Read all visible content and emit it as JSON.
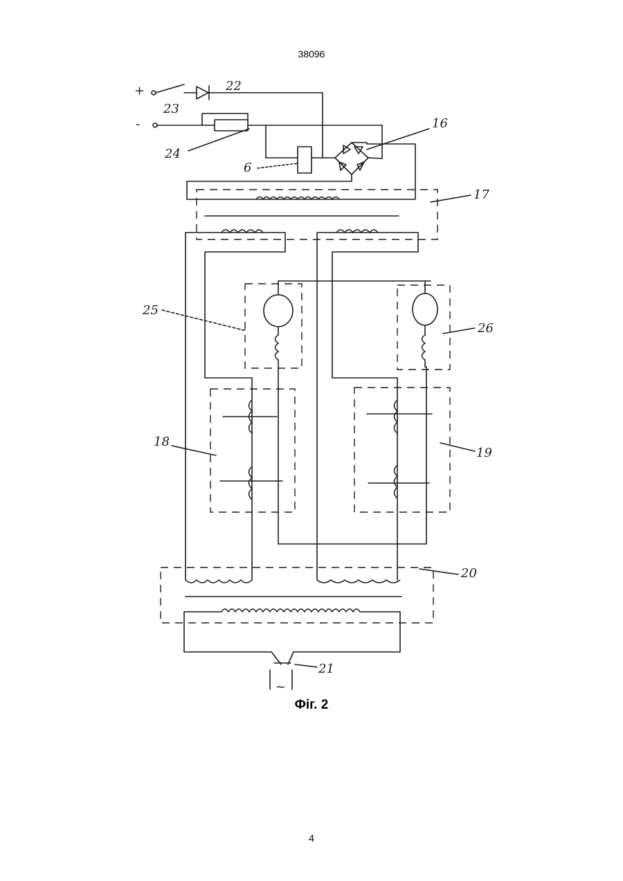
{
  "header": {
    "doc_number": "38096"
  },
  "figure": {
    "caption": "Фіг. 2"
  },
  "footer": {
    "page_number": "4"
  },
  "diagram": {
    "terminal_labels": {
      "plus": "+",
      "minus": "-",
      "ac_source": "~"
    },
    "callouts": {
      "c22": "22",
      "c23": "23",
      "c24": "24",
      "c6": "6",
      "c16": "16",
      "c17": "17",
      "c25": "25",
      "c26": "26",
      "c18": "18",
      "c19": "19",
      "c20": "20",
      "c21": "21"
    }
  }
}
